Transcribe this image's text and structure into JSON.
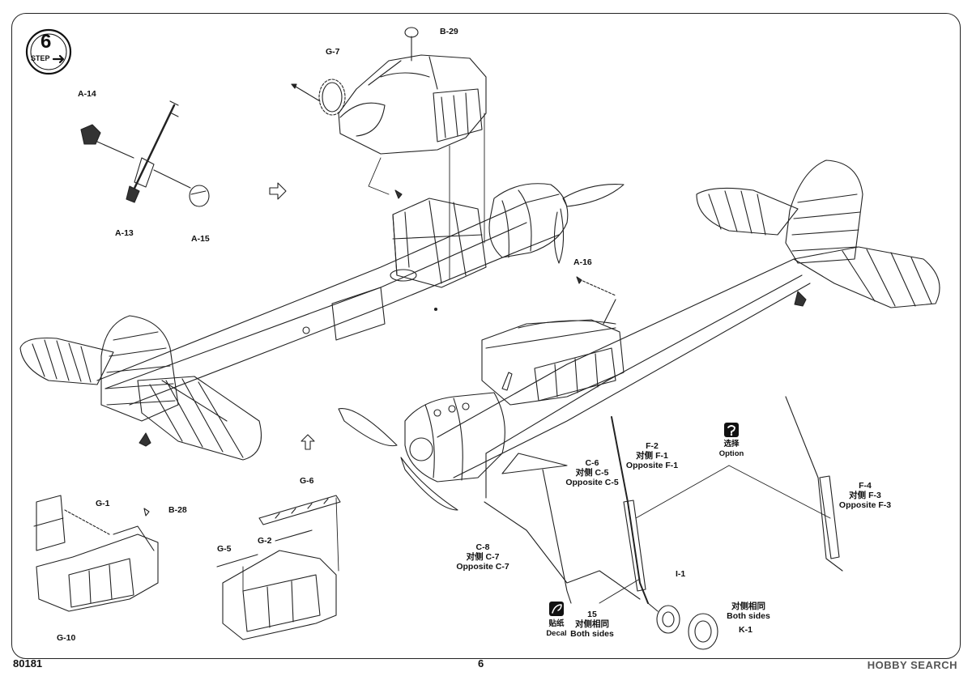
{
  "step": {
    "number": "6",
    "word": "STEP"
  },
  "parts": {
    "b29": "B-29",
    "g7": "G-7",
    "a14": "A-14",
    "a13": "A-13",
    "a15": "A-15",
    "a16": "A-16",
    "g1": "G-1",
    "b28": "B-28",
    "g10": "G-10",
    "g6": "G-6",
    "g2": "G-2",
    "g5": "G-5",
    "i1": "I-1",
    "k1": "K-1"
  },
  "callouts": {
    "c6": {
      "part": "C-6",
      "cn": "对侧 C-5",
      "en": "Opposite C-5"
    },
    "f2": {
      "part": "F-2",
      "cn": "对侧 F-1",
      "en": "Opposite F-1"
    },
    "f4": {
      "part": "F-4",
      "cn": "对侧 F-3",
      "en": "Opposite F-3"
    },
    "c8": {
      "part": "C-8",
      "cn": "对侧 C-7",
      "en": "Opposite C-7"
    },
    "decal15": {
      "num": "15",
      "cn": "对侧相同",
      "en": "Both sides"
    },
    "wheel": {
      "cn": "对侧相同",
      "en": "Both sides"
    }
  },
  "icons": {
    "option": {
      "icon": "question-icon",
      "cn": "选择",
      "en": "Option"
    },
    "decal": {
      "icon": "decal-icon",
      "cn": "贴纸",
      "en": "Decal"
    }
  },
  "footer": {
    "code": "80181",
    "page": "6",
    "watermark": "HOBBY SEARCH"
  }
}
